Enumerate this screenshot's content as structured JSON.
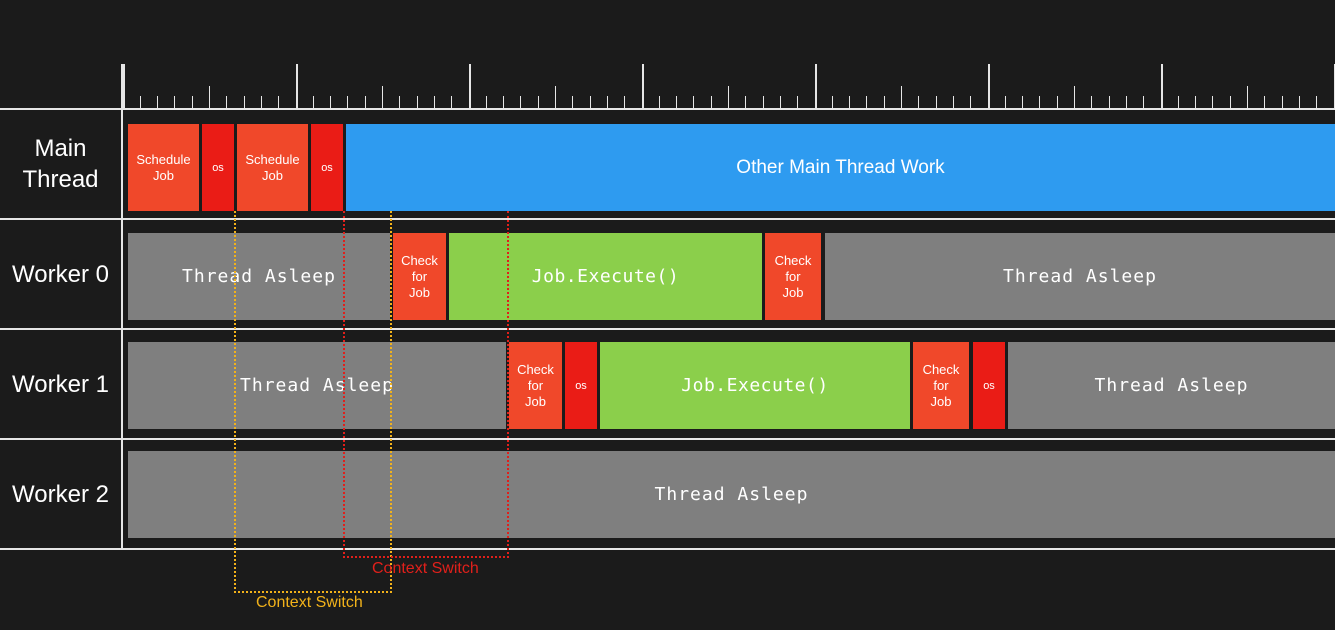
{
  "rows": {
    "main": "Main\nThread",
    "worker0": "Worker 0",
    "worker1": "Worker 1",
    "worker2": "Worker 2"
  },
  "main": {
    "schedule1": "Schedule\nJob",
    "os1": "os",
    "schedule2": "Schedule\nJob",
    "os2": "os",
    "other": "Other Main Thread Work"
  },
  "worker0": {
    "sleep1": "Thread Asleep",
    "check1": "Check\nfor\nJob",
    "execute": "Job.Execute()",
    "check2": "Check\nfor\nJob",
    "sleep2": "Thread Asleep"
  },
  "worker1": {
    "sleep1": "Thread Asleep",
    "check1": "Check\nfor\nJob",
    "os1": "os",
    "execute": "Job.Execute()",
    "check2": "Check\nfor\nJob",
    "os2": "os",
    "sleep2": "Thread Asleep"
  },
  "worker2": {
    "sleep": "Thread Asleep"
  },
  "annotations": {
    "context_switch_red": "Context Switch",
    "context_switch_yellow": "Context Switch"
  },
  "colors": {
    "background": "#1b1b1b",
    "asleep": "#7f7f7f",
    "execute": "#8bcf4b",
    "main_work": "#2e9bf0",
    "schedule_check": "#f0482a",
    "os": "#ea1c16",
    "context_red": "#e0201b",
    "context_yellow": "#f2b21a"
  }
}
